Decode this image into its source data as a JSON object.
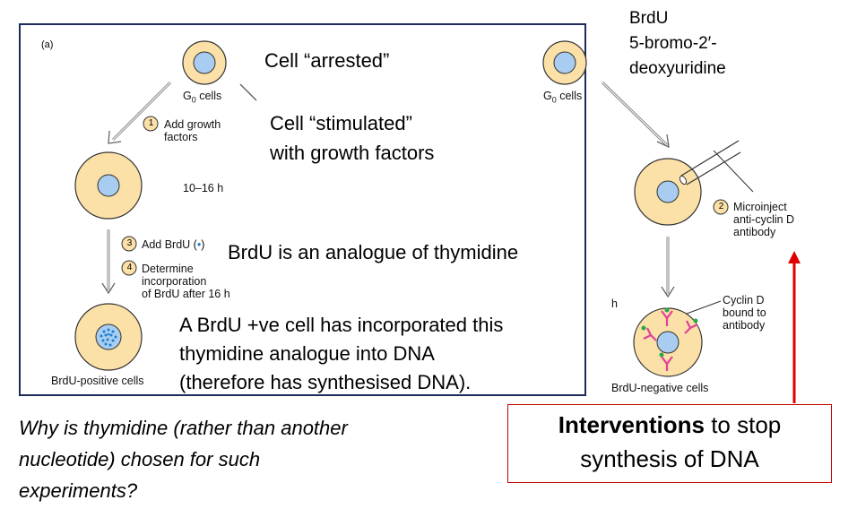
{
  "panel_label": "(a)",
  "g0_label_prefix": "G",
  "g0_label_sub": "0",
  "g0_label_suffix": " cells",
  "arrested_label": "Cell “arrested”",
  "stimulated_label_line1": "Cell “stimulated”",
  "stimulated_label_line2": "with growth factors",
  "step1_num": "1",
  "step1_line1": "Add growth",
  "step1_line2": "factors",
  "time_label": "10–16 h",
  "step3_num": "3",
  "step3_text": "Add BrdU (",
  "step3_dot": "•",
  "step3_close": ")",
  "step4_num": "4",
  "step4_line1": "Determine",
  "step4_line2": "incorporation",
  "step4_line3": "of BrdU after 16 h",
  "brdu_analogue_text": "BrdU is an analogue of thymidine",
  "positive_cell_text_line1": "A BrdU +ve cell has incorporated this",
  "positive_cell_text_line2": "thymidine analogue into DNA",
  "positive_cell_text_line3": "(therefore has synthesised DNA).",
  "brdu_positive_label": "BrdU-positive cells",
  "brdu_title_line1": "BrdU",
  "brdu_title_line2": "5-bromo-2′-",
  "brdu_title_line3": "deoxyuridine",
  "step2_num": "2",
  "step2_line1": "Microinject",
  "step2_line2": "anti-cyclin D",
  "step2_line3": "antibody",
  "h_label": "h",
  "cyclin_line1": "Cyclin D",
  "cyclin_line2": "bound to",
  "cyclin_line3": "antibody",
  "brdu_negative_label": "BrdU-negative cells",
  "question_line1": "Why is thymidine (rather than another",
  "question_line2": "nucleotide) chosen for such",
  "question_line3": "experiments?",
  "interventions_bold": "Interventions",
  "interventions_rest": " to stop",
  "interventions_line2": "synthesis of DNA",
  "colors": {
    "frame": "#1f2a5c",
    "cell_outer": "#fbe0a8",
    "cell_outer_stroke": "#333333",
    "nucleus": "#a9cdf0",
    "nucleus_dots": "#1a7fd1",
    "step_circle": "#fbe0a8",
    "red_arrow": "#e00000",
    "antibody": "#e0409a",
    "antigen": "#2aa84a"
  }
}
